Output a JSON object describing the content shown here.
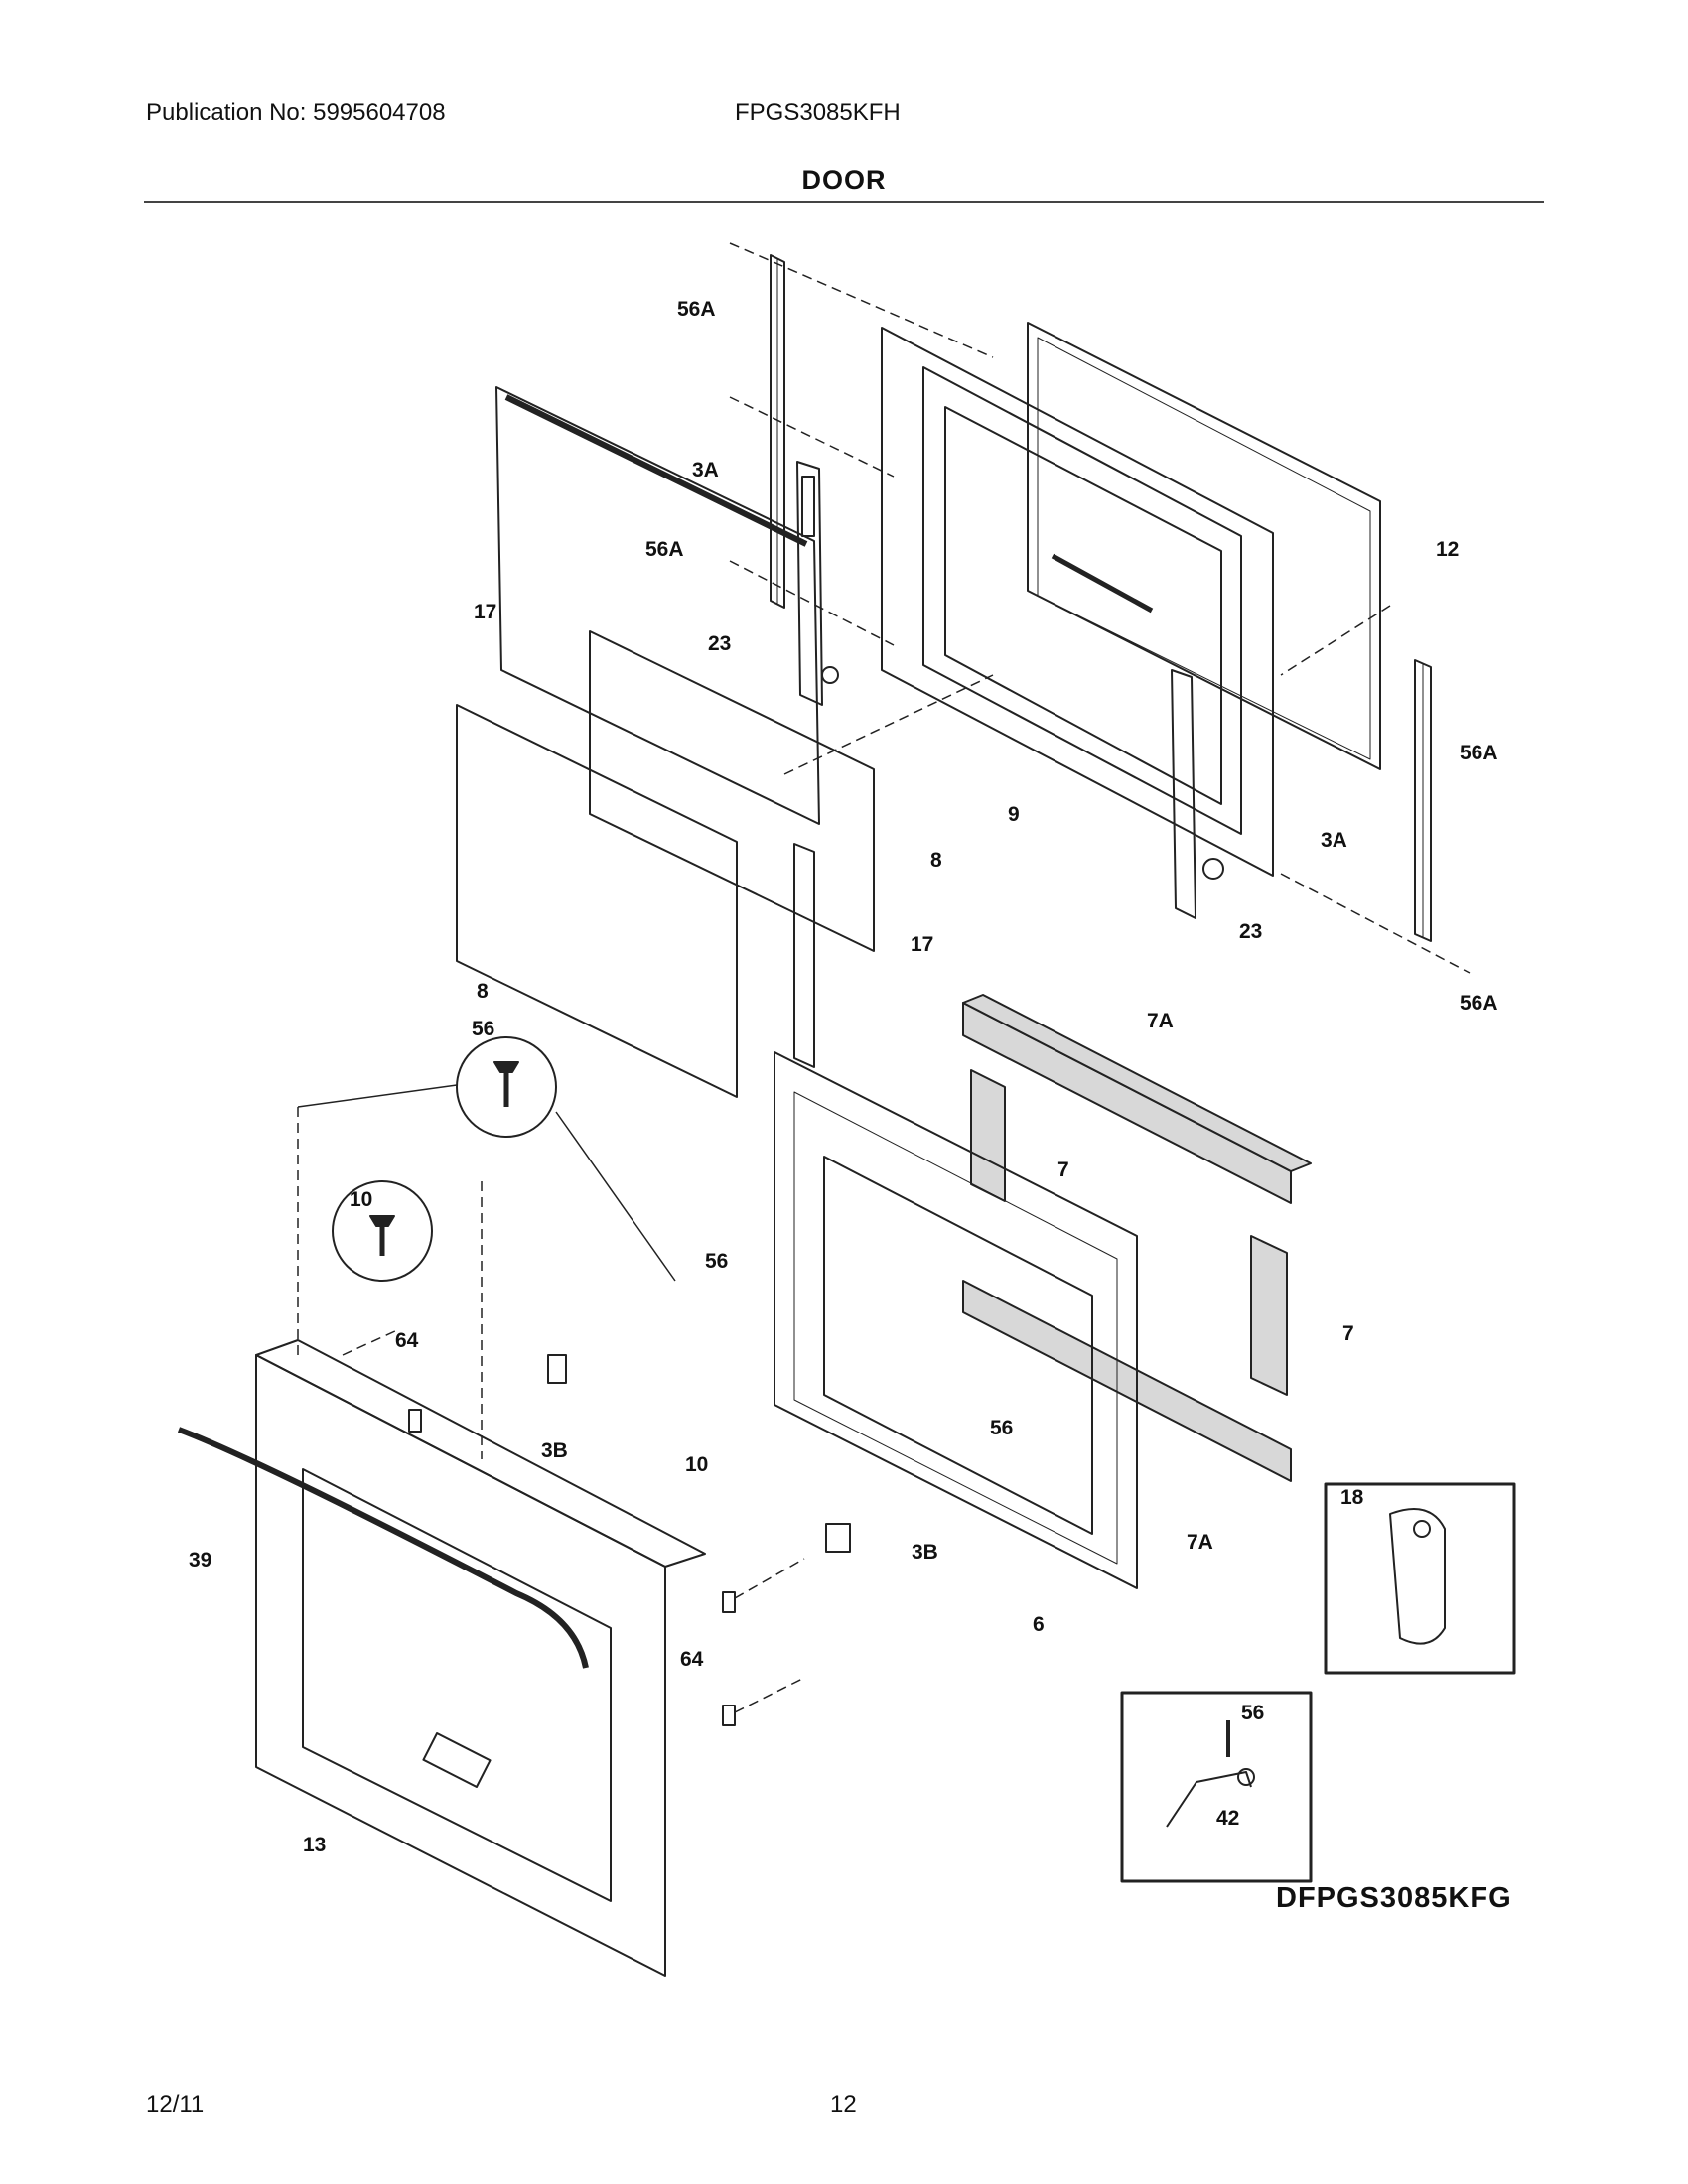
{
  "header": {
    "publication": "Publication No: 5995604708",
    "model": "FPGS3085KFH",
    "title": "DOOR"
  },
  "footer": {
    "date": "12/11",
    "page": "12"
  },
  "diagram": {
    "code": "DFPGS3085KFG",
    "labels": [
      "56A",
      "3A",
      "56A",
      "23",
      "12",
      "17",
      "8",
      "17",
      "8",
      "9",
      "56A",
      "3A",
      "23",
      "56A",
      "7A",
      "7",
      "56",
      "10",
      "56",
      "7",
      "64",
      "56",
      "3B",
      "10",
      "18",
      "39",
      "3B",
      "7A",
      "6",
      "64",
      "56",
      "42",
      "13"
    ]
  }
}
